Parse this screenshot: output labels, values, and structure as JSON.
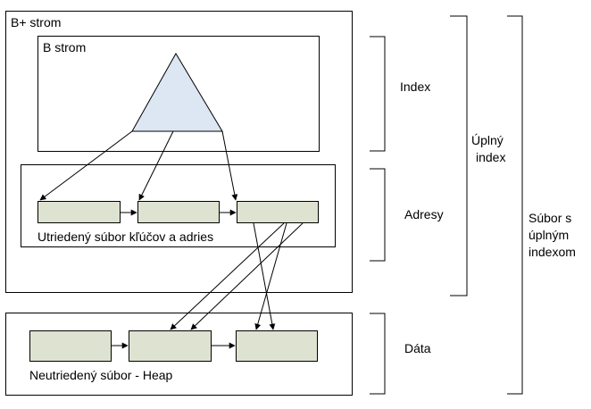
{
  "outer_box_label": "B+ strom",
  "btree_box_label": "B strom",
  "addresses_box_label": "Utriedený súbor kľúčov a adries",
  "data_box_label": "Neutriedený súbor - Heap",
  "brackets": {
    "index": "Index",
    "adresy": "Adresy",
    "data": "Dáta",
    "full_index_line1": "Úplný",
    "full_index_line2": "index",
    "file_line1": "Súbor s",
    "file_line2": "úplným",
    "file_line3": "indexom"
  },
  "colors": {
    "triangle_fill": "#dde6f3",
    "record_fill": "#dee3d1",
    "stroke": "#000000"
  }
}
